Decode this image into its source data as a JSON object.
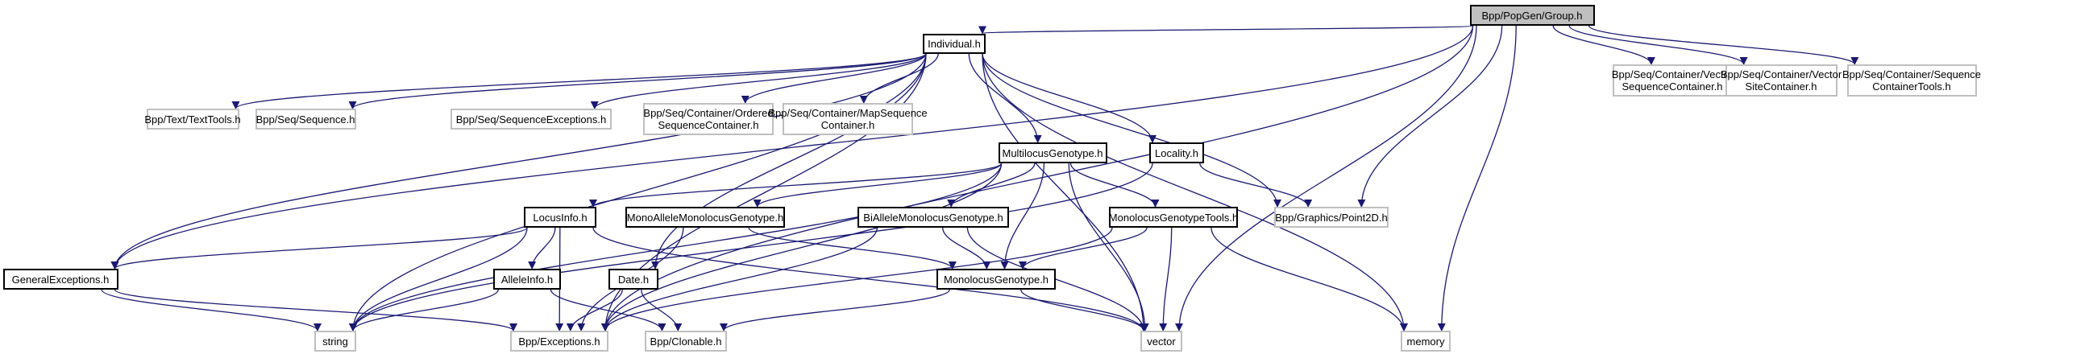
{
  "title": "Bpp/PopGen/Group.h include dependency graph",
  "colors": {
    "edge": "#191970",
    "root_fill": "#bfbfbf",
    "external_border": "#bfbfbf",
    "internal_border": "#000000"
  },
  "nodes": [
    {
      "id": "group",
      "label": "Bpp/PopGen/Group.h",
      "kind": "root"
    },
    {
      "id": "individual",
      "label": "Individual.h",
      "kind": "internal"
    },
    {
      "id": "vsc",
      "label": "Bpp/Seq/Container/Vector\nSequenceContainer.h",
      "kind": "external"
    },
    {
      "id": "vsitec",
      "label": "Bpp/Seq/Container/Vector\nSiteContainer.h",
      "kind": "external"
    },
    {
      "id": "sct",
      "label": "Bpp/Seq/Container/Sequence\nContainerTools.h",
      "kind": "external"
    },
    {
      "id": "texttools",
      "label": "Bpp/Text/TextTools.h",
      "kind": "external"
    },
    {
      "id": "sequence",
      "label": "Bpp/Seq/Sequence.h",
      "kind": "external"
    },
    {
      "id": "seqexc",
      "label": "Bpp/Seq/SequenceExceptions.h",
      "kind": "external"
    },
    {
      "id": "osc",
      "label": "Bpp/Seq/Container/Ordered\nSequenceContainer.h",
      "kind": "external"
    },
    {
      "id": "msc",
      "label": "Bpp/Seq/Container/MapSequence\nContainer.h",
      "kind": "external"
    },
    {
      "id": "mlg",
      "label": "MultilocusGenotype.h",
      "kind": "internal"
    },
    {
      "id": "locality",
      "label": "Locality.h",
      "kind": "internal"
    },
    {
      "id": "point2d",
      "label": "Bpp/Graphics/Point2D.h",
      "kind": "external"
    },
    {
      "id": "locusinfo",
      "label": "LocusInfo.h",
      "kind": "internal"
    },
    {
      "id": "mamg",
      "label": "MonoAlleleMonolocusGenotype.h",
      "kind": "internal"
    },
    {
      "id": "bamg",
      "label": "BiAlleleMonolocusGenotype.h",
      "kind": "internal"
    },
    {
      "id": "mgtools",
      "label": "MonolocusGenotypeTools.h",
      "kind": "internal"
    },
    {
      "id": "genexc",
      "label": "GeneralExceptions.h",
      "kind": "internal"
    },
    {
      "id": "alleleinfo",
      "label": "AlleleInfo.h",
      "kind": "internal"
    },
    {
      "id": "date",
      "label": "Date.h",
      "kind": "internal"
    },
    {
      "id": "mg",
      "label": "MonolocusGenotype.h",
      "kind": "internal"
    },
    {
      "id": "memory",
      "label": "memory",
      "kind": "external"
    },
    {
      "id": "string",
      "label": "string",
      "kind": "external"
    },
    {
      "id": "bppexc",
      "label": "Bpp/Exceptions.h",
      "kind": "external"
    },
    {
      "id": "clonable",
      "label": "Bpp/Clonable.h",
      "kind": "external"
    },
    {
      "id": "vector",
      "label": "vector",
      "kind": "external"
    }
  ],
  "edges": [
    [
      "group",
      "individual"
    ],
    [
      "group",
      "vsc"
    ],
    [
      "group",
      "vsitec"
    ],
    [
      "group",
      "sct"
    ],
    [
      "group",
      "genexc"
    ],
    [
      "group",
      "bppexc"
    ],
    [
      "group",
      "point2d"
    ],
    [
      "group",
      "memory"
    ],
    [
      "group",
      "vector"
    ],
    [
      "individual",
      "texttools"
    ],
    [
      "individual",
      "sequence"
    ],
    [
      "individual",
      "seqexc"
    ],
    [
      "individual",
      "osc"
    ],
    [
      "individual",
      "msc"
    ],
    [
      "individual",
      "mlg"
    ],
    [
      "individual",
      "locality"
    ],
    [
      "individual",
      "genexc"
    ],
    [
      "individual",
      "bppexc"
    ],
    [
      "individual",
      "date"
    ],
    [
      "individual",
      "point2d"
    ],
    [
      "individual",
      "memory"
    ],
    [
      "individual",
      "vector"
    ],
    [
      "individual",
      "string"
    ],
    [
      "mlg",
      "locusinfo"
    ],
    [
      "mlg",
      "mamg"
    ],
    [
      "mlg",
      "bamg"
    ],
    [
      "mlg",
      "mgtools"
    ],
    [
      "mlg",
      "mg"
    ],
    [
      "mlg",
      "vector"
    ],
    [
      "mlg",
      "string"
    ],
    [
      "mlg",
      "bppexc"
    ],
    [
      "locality",
      "point2d"
    ],
    [
      "locality",
      "string"
    ],
    [
      "locusinfo",
      "genexc"
    ],
    [
      "locusinfo",
      "alleleinfo"
    ],
    [
      "locusinfo",
      "string"
    ],
    [
      "locusinfo",
      "bppexc"
    ],
    [
      "locusinfo",
      "vector"
    ],
    [
      "mamg",
      "mg"
    ],
    [
      "mamg",
      "bppexc"
    ],
    [
      "bamg",
      "mg"
    ],
    [
      "bamg",
      "bppexc"
    ],
    [
      "bamg",
      "vector"
    ],
    [
      "mgtools",
      "mg"
    ],
    [
      "mgtools",
      "memory"
    ],
    [
      "mgtools",
      "vector"
    ],
    [
      "mgtools",
      "bppexc"
    ],
    [
      "genexc",
      "string"
    ],
    [
      "genexc",
      "bppexc"
    ],
    [
      "alleleinfo",
      "string"
    ],
    [
      "alleleinfo",
      "clonable"
    ],
    [
      "date",
      "bppexc"
    ],
    [
      "date",
      "clonable"
    ],
    [
      "mg",
      "clonable"
    ],
    [
      "mg",
      "vector"
    ]
  ]
}
